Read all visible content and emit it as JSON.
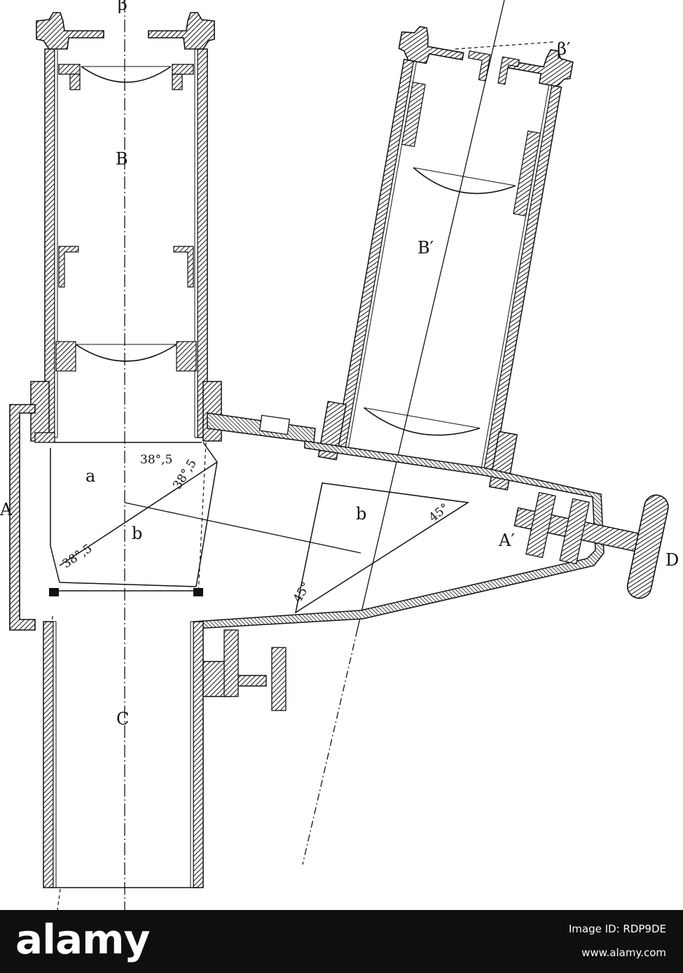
{
  "labels": {
    "beta": "β",
    "beta_prime": "β′",
    "B": "B",
    "B_prime": "B′",
    "a": "a",
    "b_left": "b",
    "b_right": "b",
    "A": "A",
    "A_prime": "A′",
    "C": "C",
    "D": "D"
  },
  "angles": {
    "left_top": "38°,5",
    "left_right": "38°,5",
    "left_bottom": "38°,5",
    "right_top": "45°",
    "right_bottom": "45°"
  },
  "footer": {
    "brand": "alamy",
    "image_id": "Image ID: RDP9DE",
    "url": "www.alamy.com"
  }
}
